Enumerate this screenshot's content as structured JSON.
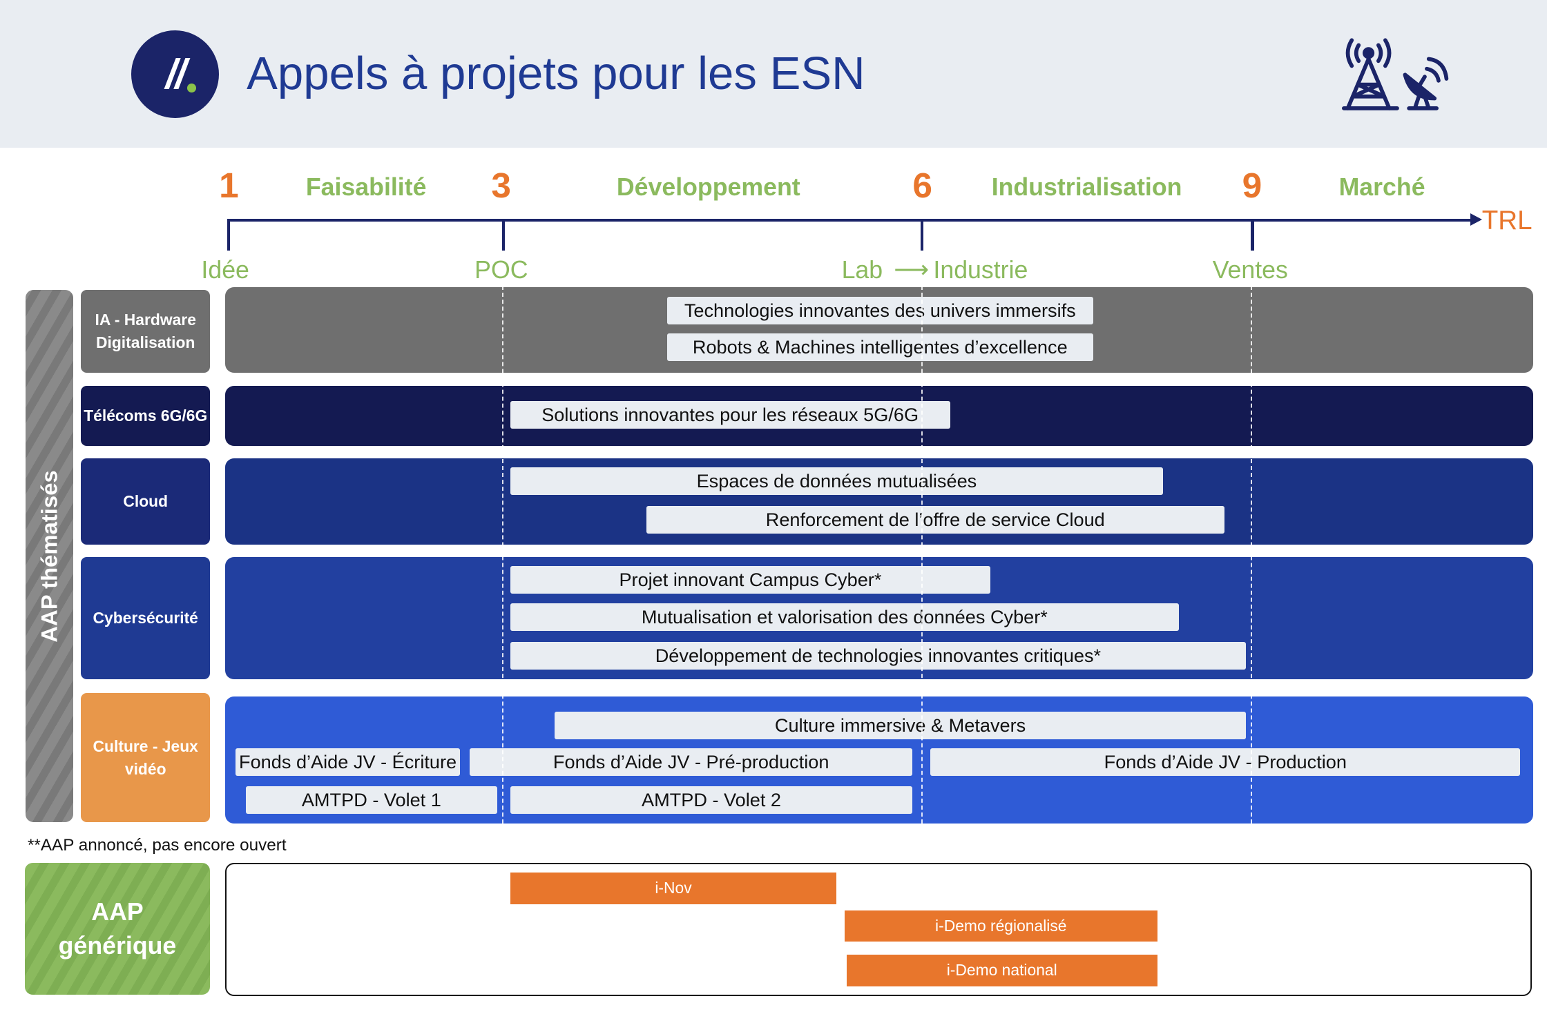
{
  "header": {
    "title": "Appels à projets pour les ESN",
    "logo_text": "//.",
    "icon": "antenna-satellite-icon"
  },
  "trl": {
    "axis_label": "TRL",
    "levels": [
      "1",
      "3",
      "6",
      "9"
    ],
    "phases": [
      "Faisabilité",
      "Développement",
      "Industrialisation",
      "Marché"
    ],
    "milestones": {
      "idee": "Idée",
      "poc": "POC",
      "lab": "Lab",
      "arrow": "⟶",
      "industrie": "Industrie",
      "ventes": "Ventes"
    }
  },
  "sidebar": {
    "label": "AAP thématisés"
  },
  "categories": [
    {
      "label": "IA - Hardware Digitalisation",
      "color": "#6f6f6f",
      "band_color": "#6f6f6f",
      "programs": [
        "Technologies innovantes des univers immersifs",
        "Robots & Machines intelligentes d’excellence"
      ]
    },
    {
      "label": "Télécoms 6G/6G",
      "color": "#141a52",
      "band_color": "#141a52",
      "programs": [
        "Solutions innovantes pour les réseaux 5G/6G"
      ]
    },
    {
      "label": "Cloud",
      "color": "#1b2a78",
      "band_color": "#1b3385",
      "programs": [
        "Espaces de données mutualisées",
        "Renforcement de l’offre de service Cloud"
      ]
    },
    {
      "label": "Cybersécurité",
      "color": "#1f3a93",
      "band_color": "#2240a0",
      "programs": [
        "Projet innovant Campus Cyber*",
        "Mutualisation et valorisation des données Cyber*",
        "Développement de technologies innovantes critiques*"
      ]
    },
    {
      "label": "Culture - Jeux vidéo",
      "color": "#e8974a",
      "band_color": "#2f5bd6",
      "programs": [
        "Culture immersive & Metavers",
        "Fonds d’Aide JV - Écriture",
        "Fonds d’Aide JV - Pré-production",
        "Fonds d’Aide JV - Production",
        "AMTPD - Volet 1",
        "AMTPD - Volet 2"
      ]
    }
  ],
  "note": "**AAP annoncé, pas encore ouvert",
  "generic": {
    "label_line1": "AAP",
    "label_line2": "générique",
    "color": "#8bba5e",
    "programs": [
      "i-Nov",
      "i-Demo régionalisé",
      "i-Demo national"
    ],
    "bar_color": "#e8762c"
  }
}
